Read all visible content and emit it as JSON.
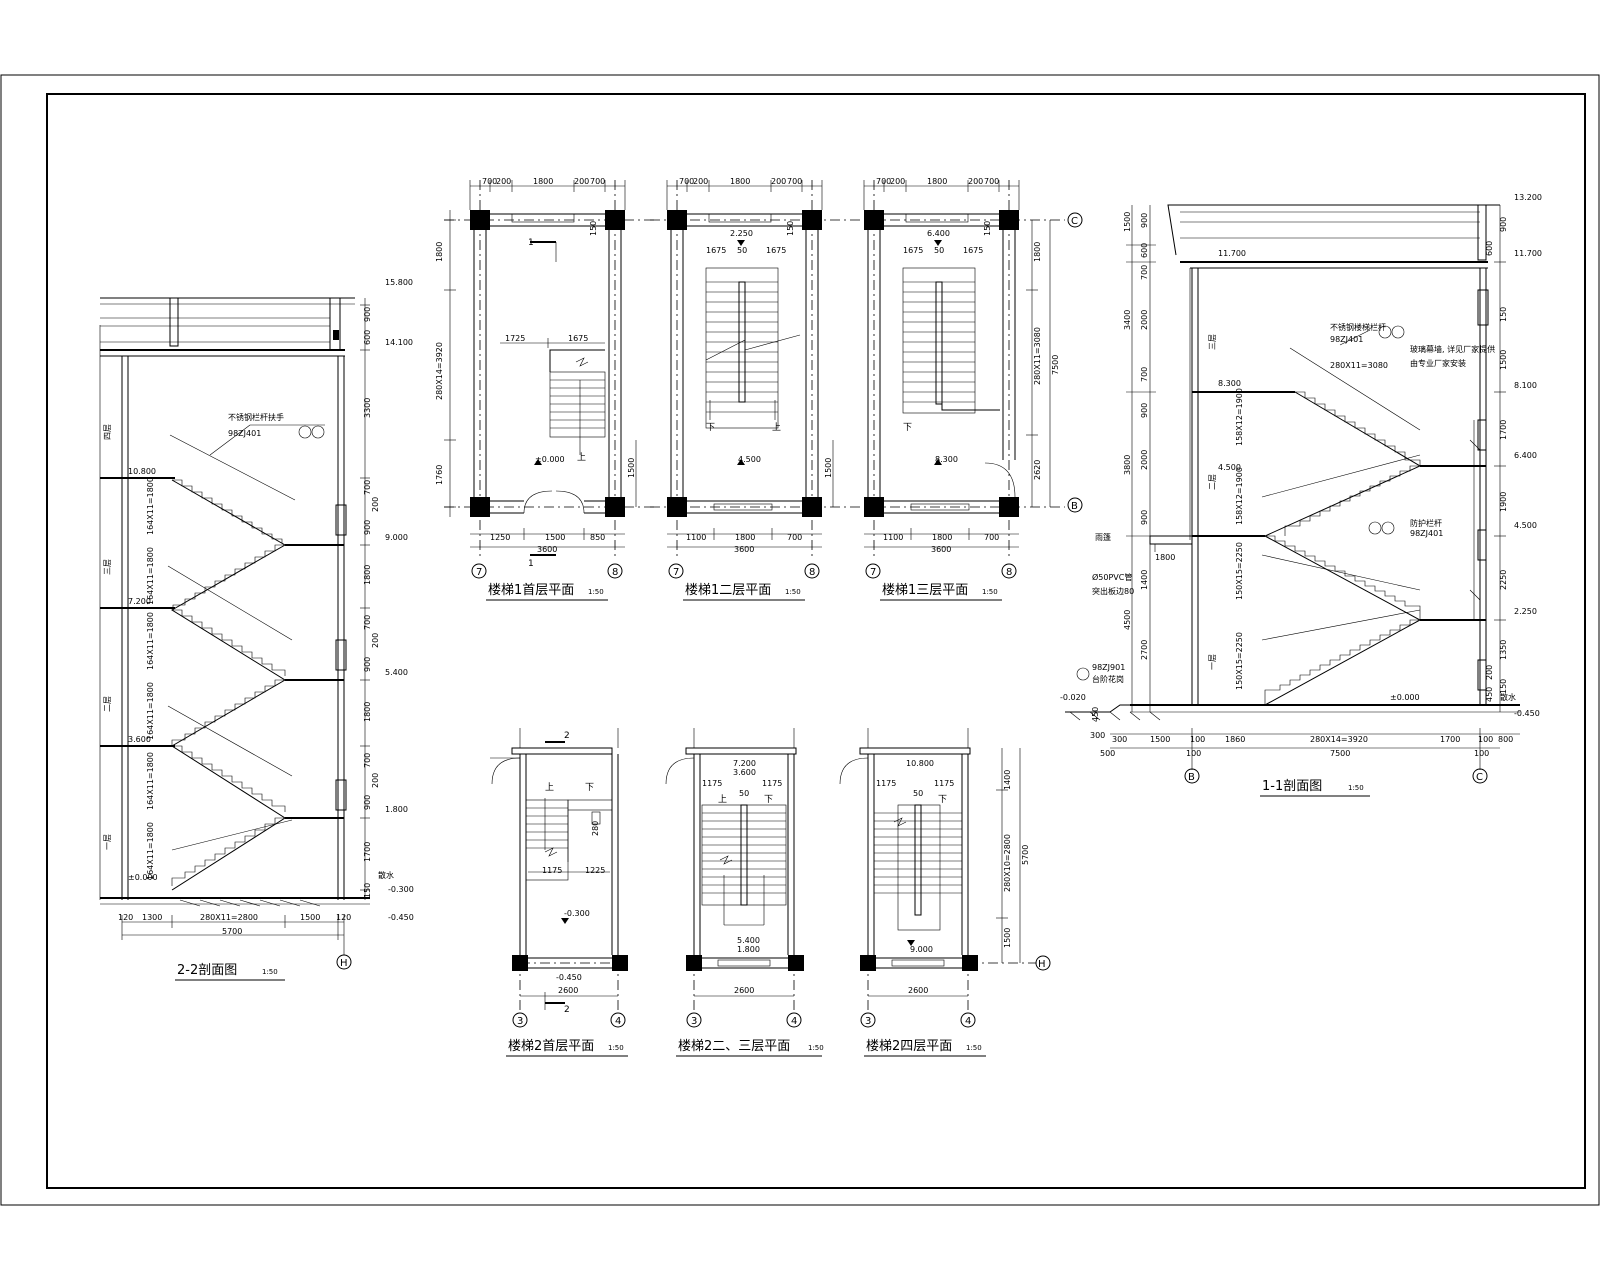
{
  "titles": {
    "s22": "2-2剖面图",
    "s11": "1-1剖面图",
    "st1_f1": "楼梯1首层平面",
    "st1_f2": "楼梯1二层平面",
    "st1_f3": "楼梯1三层平面",
    "st2_f1": "楼梯2首层平面",
    "st2_f23": "楼梯2二、三层平面",
    "st2_f4": "楼梯2四层平面"
  },
  "scales": {
    "section": "1:50",
    "plan": "1:50"
  },
  "axes": {
    "c": "C",
    "b": "B",
    "h": "H",
    "a7": "7",
    "a8": "8",
    "a3": "3",
    "a4": "4"
  },
  "section_marks": {
    "one": "1",
    "two": "2"
  },
  "stair_words": {
    "up": "上",
    "down": "下"
  },
  "plan1": {
    "top_dims": [
      "700",
      "200",
      "1800",
      "200",
      "700"
    ],
    "dim_150": "150",
    "f1": {
      "d1725": "1725",
      "d1675": "1675",
      "left_v1": "1800",
      "left_v2": "280X14=3920",
      "left_v3": "1760",
      "right_v": "1500",
      "elev": "±0.000",
      "bottom": [
        "1250",
        "1500",
        "850"
      ],
      "total": "3600"
    },
    "f2": {
      "elev_top": "2.250",
      "d1675a": "1675",
      "d50": "50",
      "d1675b": "1675",
      "right_v": "1500",
      "elev": "4.500",
      "bottom": [
        "1100",
        "1800",
        "700"
      ],
      "total": "3600"
    },
    "f3": {
      "elev_top": "6.400",
      "d1675a": "1675",
      "d50": "50",
      "d1675b": "1675",
      "elev": "8.300",
      "bottom": [
        "1100",
        "1800",
        "700"
      ],
      "total": "3600",
      "right_v1": "1800",
      "right_v2": "280X11=3080",
      "right_v3": "2620",
      "right_total": "7500"
    }
  },
  "plan2": {
    "f1": {
      "d1175": "1175",
      "d1225": "1225",
      "d280": "280",
      "elev": "-0.300",
      "elev2": "-0.450",
      "total": "2600"
    },
    "f23": {
      "elev_a": "7.200",
      "elev_b": "3.600",
      "d1175a": "1175",
      "d50": "50",
      "d1175b": "1175",
      "elev_c": "5.400",
      "elev_d": "1.800",
      "total": "2600"
    },
    "f4": {
      "elev_a": "10.800",
      "d1175a": "1175",
      "d50": "50",
      "d1175b": "1175",
      "elev_c": "9.000",
      "total": "2600",
      "right_v1": "1400",
      "right_v2": "280X10=2800",
      "right_v3": "1500",
      "right_total": "5700"
    }
  },
  "s22": {
    "elevs": [
      "15.800",
      "14.100",
      "10.800",
      "9.000",
      "7.200",
      "5.400",
      "3.600",
      "1.800",
      "±0.000",
      "-0.300",
      "-0.450"
    ],
    "right_dims": [
      "900",
      "600",
      "3300",
      "700",
      "200",
      "900",
      "1800",
      "700",
      "200",
      "900",
      "1800",
      "700",
      "200",
      "900",
      "1700",
      "150"
    ],
    "flights": [
      "164X11=1800",
      "164X11=1800",
      "164X11=1800",
      "164X11=1800",
      "164X11=1800",
      "164X11=1800",
      "164X11=1800"
    ],
    "note1": "不锈钢栏杆扶手",
    "note2": "98ZJ401",
    "bottom": [
      "120",
      "1300",
      "280X11=2800",
      "1500",
      "120"
    ],
    "total": "5700",
    "floor_labels": [
      "四层",
      "三层",
      "二层",
      "一层"
    ],
    "water": "散水"
  },
  "s11": {
    "elevs_right": [
      "13.200",
      "11.700",
      "8.100",
      "6.400",
      "4.500",
      "2.250",
      "±0.000",
      "-0.450"
    ],
    "elevs_left": [
      "11.700",
      "8.300",
      "4.500",
      "-0.020"
    ],
    "left_dims": [
      "1500",
      "900",
      "600",
      "700",
      "3400",
      "2000",
      "700",
      "900",
      "3800",
      "2000",
      "900",
      "1400",
      "4500",
      "2700",
      "450",
      "300"
    ],
    "right_dims": [
      "900",
      "600",
      "150",
      "1500",
      "1700",
      "1900",
      "2250",
      "1350",
      "200",
      "150",
      "450"
    ],
    "flights": [
      "280X11=3080",
      "158X12=1900",
      "158X12=1900",
      "150X15=2250",
      "150X15=2250"
    ],
    "note_rail": "不锈钢楼梯栏杆",
    "note_rail_code": "98ZJ401",
    "note_glass1": "玻璃幕墙, 详见厂家提供",
    "note_glass2": "由专业厂家安装",
    "note_rail2": "防护栏杆",
    "note_rail2_code": "98ZJ401",
    "canopy": "雨篷",
    "canopy_dim": "1800",
    "pvc1": "Ø50PVC管",
    "pvc2": "突出板边80",
    "stone1": "98ZJ901",
    "stone2": "台阶花岗",
    "bottom": [
      "300",
      "1500",
      "100",
      "1860",
      "280X14=3920",
      "1700",
      "100",
      "800"
    ],
    "bottom2": [
      "500",
      "100",
      "7500",
      "100"
    ],
    "water": "散水",
    "floor_labels": [
      "三层",
      "二层",
      "一层"
    ]
  }
}
